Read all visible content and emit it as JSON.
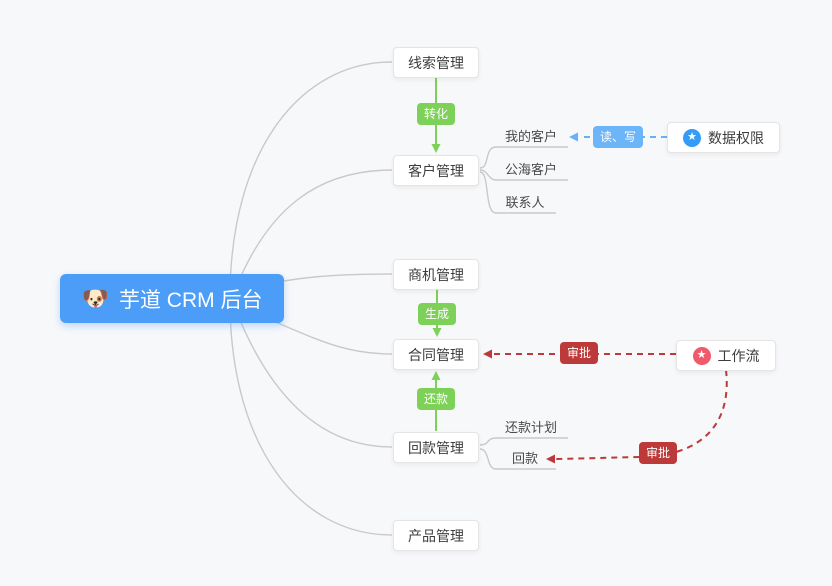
{
  "canvas": {
    "background": "#f7f8fa"
  },
  "colors": {
    "branch": "#c9c9c9",
    "green": "#7ed158",
    "blue": "#66b1f9",
    "red": "#bc3a3a",
    "root_bg": "#4b9df7",
    "tag_blue": "#6cb5f8",
    "perm_icon_bg": "#339cf9",
    "workflow_icon_bg": "#ef5b6b"
  },
  "icons": {
    "star_glyph": "★"
  },
  "root": {
    "emoji": "🐶",
    "label": "芋道 CRM 后台"
  },
  "modules": [
    {
      "label": "线索管理"
    },
    {
      "label": "客户管理"
    },
    {
      "label": "商机管理"
    },
    {
      "label": "合同管理"
    },
    {
      "label": "回款管理"
    },
    {
      "label": "产品管理"
    }
  ],
  "customer_children": [
    {
      "label": "我的客户"
    },
    {
      "label": "公海客户"
    },
    {
      "label": "联系人"
    }
  ],
  "receivable_children": [
    {
      "label": "还款计划"
    },
    {
      "label": "回款"
    }
  ],
  "tags": {
    "convert": "转化",
    "generate": "生成",
    "repay": "还款",
    "read_write": "读、写",
    "approve_contract": "审批",
    "approve_receivable": "审批"
  },
  "side_nodes": {
    "data_permission": {
      "label": "数据权限",
      "icon": "star"
    },
    "workflow": {
      "label": "工作流",
      "icon": "star"
    }
  }
}
